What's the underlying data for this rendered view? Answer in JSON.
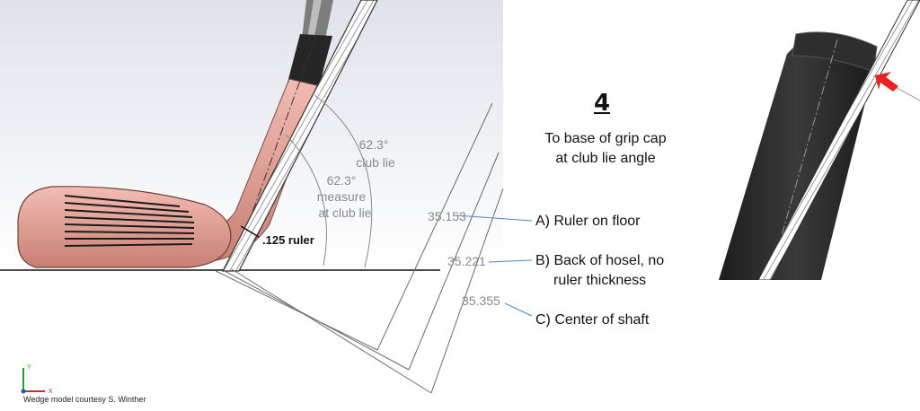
{
  "figure_number": "4",
  "grip_note": [
    "To base of grip cap",
    "at club lie angle"
  ],
  "angles": {
    "club_lie_value": "62.3°",
    "club_lie_label": "club lie",
    "measure_value": "62.3°",
    "measure_label_1": "measure",
    "measure_label_2": "at club lie"
  },
  "ruler_label": ".125 ruler",
  "dimensions": [
    {
      "value": "35.153",
      "note": "A) Ruler on floor"
    },
    {
      "value": "35.221",
      "note": "B) Back of hosel, no",
      "note_2": "ruler thickness"
    },
    {
      "value": "35.355",
      "note": "C) Center of shaft"
    }
  ],
  "axis_triad": {
    "y": "Y",
    "x": "X"
  },
  "credit": "Wedge model courtesy S. Winther",
  "colors": {
    "club_head": "#e8a49a",
    "grip": "#2b2b2b",
    "dimension_text": "#8a8a8a",
    "leader": "#4a88c8",
    "arrow": "#e8231f"
  }
}
